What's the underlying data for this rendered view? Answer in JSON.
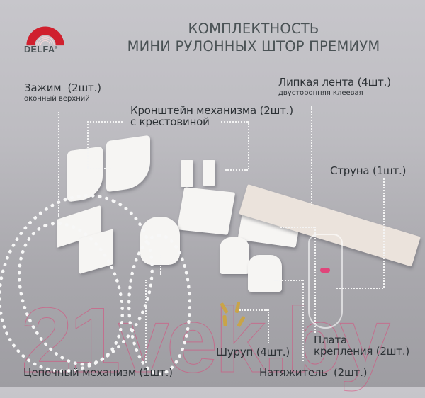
{
  "brand": {
    "logo_text": "DELFA",
    "registered_mark": "®",
    "logo_color": "#d0202e",
    "text_color": "#4a5255"
  },
  "title": {
    "line1": "КОМПЛЕКТНОСТЬ",
    "line2": "МИНИ РУЛОННЫХ ШТОР ПРЕМИУМ"
  },
  "components": [
    {
      "id": "clamp",
      "name": "Зажим",
      "qty": "(2шт.)",
      "note": "оконный верхний"
    },
    {
      "id": "bracket",
      "name": "Кронштейн механизма (2шт.)",
      "note": "с крестовиной"
    },
    {
      "id": "tape",
      "name": "Липкая лента (4шт.)",
      "note": "двусторонняя клеевая"
    },
    {
      "id": "string",
      "name": "Струна (1шт.)"
    },
    {
      "id": "screw",
      "name": "Шуруп (4шт.)"
    },
    {
      "id": "plate",
      "name": "Плата",
      "name2": "крепления (2шт.)"
    },
    {
      "id": "tensioner",
      "name": "Натяжитель",
      "qty": "(2шт.)"
    },
    {
      "id": "chain",
      "name": "Цепочный механизм (1шт.)"
    }
  ],
  "watermark": "21vek.by",
  "colors": {
    "background_top": "#c7c6cb",
    "background_bottom": "#9e9da2",
    "label_text": "#2d3236",
    "title_text": "#4a5255",
    "string_ring": "#e0457a"
  }
}
